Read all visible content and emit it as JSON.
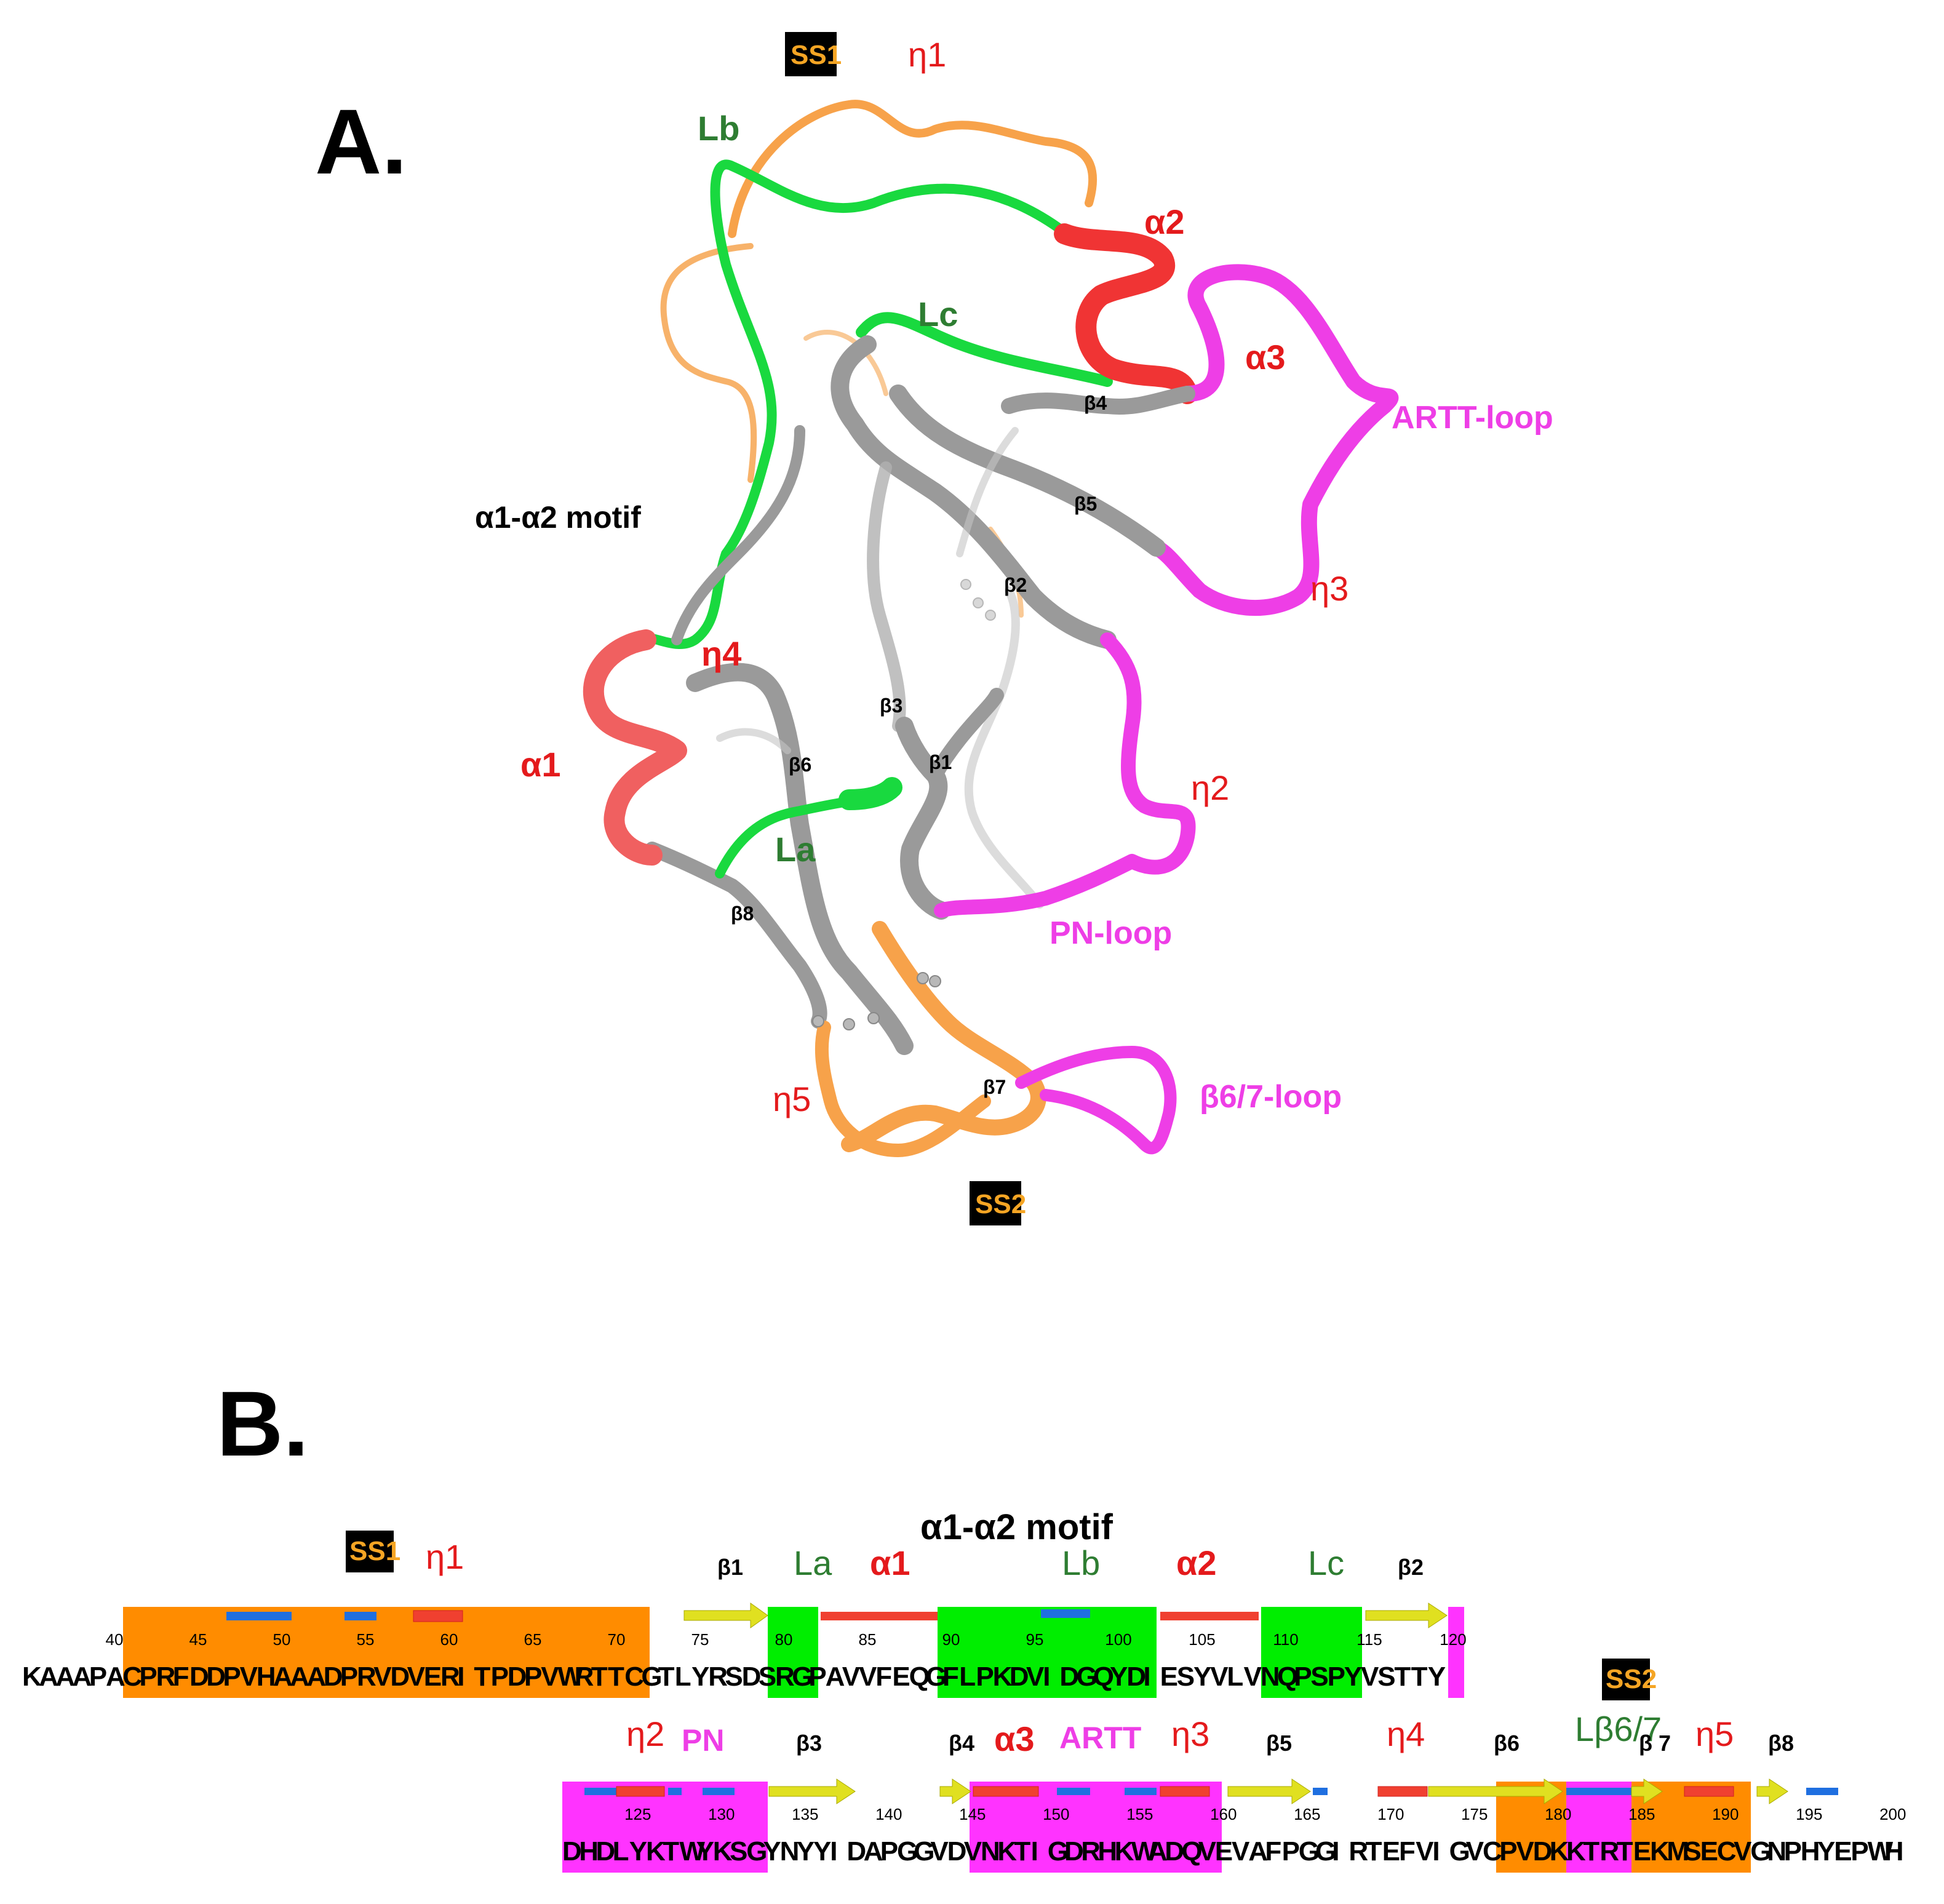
{
  "panel_a": {
    "letter": "A.",
    "ss1": "SS1",
    "ss2": "SS2",
    "labels": {
      "eta1": "η1",
      "eta2": "η2",
      "eta3": "η3",
      "eta4": "η4",
      "eta5": "η5",
      "alpha1": "α1",
      "alpha2": "α2",
      "alpha3": "α3",
      "lb": "Lb",
      "lc": "Lc",
      "la": "La",
      "beta1": "β1",
      "beta2": "β2",
      "beta3": "β3",
      "beta4": "β4",
      "beta5": "β5",
      "beta6": "β6",
      "beta7": "β7",
      "beta8": "β8",
      "artt_loop": "ARTT-loop",
      "pn_loop": "PN-loop",
      "beta67_loop": "β6/7-loop",
      "motif": "α1-α2 motif"
    },
    "colors": {
      "orange": "#f7a24a",
      "green": "#19d93f",
      "red": "#f03434",
      "magenta": "#ee3ee6",
      "gray": "#9a9a9a"
    }
  },
  "panel_b": {
    "letter": "B.",
    "motif": "α1-α2 motif",
    "row1_sequence": "KAAAPACPRFDDPVHAAADPRVDVERITPDPVWRTTCGTLYRSDSRGPAVVFEQGFLPKDVIDGQYDIESYVLVNQPSPYVSTTY",
    "row1_start": 35,
    "row1_numbers": [
      "40",
      "45",
      "50",
      "55",
      "60",
      "65",
      "70",
      "75",
      "80",
      "85",
      "90",
      "95",
      "100",
      "105",
      "110",
      "115",
      "120"
    ],
    "row2_sequence": "DHDLYKTWYKSGYNYYIDAPGGVDVNKTIGDRHKWADQVEVAFPGGIRTEFVIGVCPVDKKTRTEKMSECVGNPHYEPWH",
    "row2_start": 121,
    "row2_numbers": [
      "125",
      "130",
      "135",
      "140",
      "145",
      "150",
      "155",
      "160",
      "165",
      "170",
      "175",
      "180",
      "185",
      "190",
      "195",
      "200"
    ],
    "row1_labels": {
      "ss1": "SS1",
      "eta1": "η1",
      "beta1": "β1",
      "la": "La",
      "alpha1": "α1",
      "lb": "Lb",
      "alpha2": "α2",
      "lc": "Lc",
      "beta2": "β2"
    },
    "row2_labels": {
      "eta2": "η2",
      "pn": "PN",
      "beta3": "β3",
      "beta4": "β4",
      "alpha3": "α3",
      "artt": "ARTT",
      "eta3": "η3",
      "beta5": "β5",
      "eta4": "η4",
      "beta6": "β6",
      "lb67": "Lβ6/7",
      "beta7": "β 7",
      "eta5": "η5",
      "beta8": "β8",
      "ss2": "SS2"
    },
    "highlight_colors": {
      "orange": "#ff8c00",
      "green": "#00ee00",
      "magenta": "#ff33ff"
    }
  }
}
